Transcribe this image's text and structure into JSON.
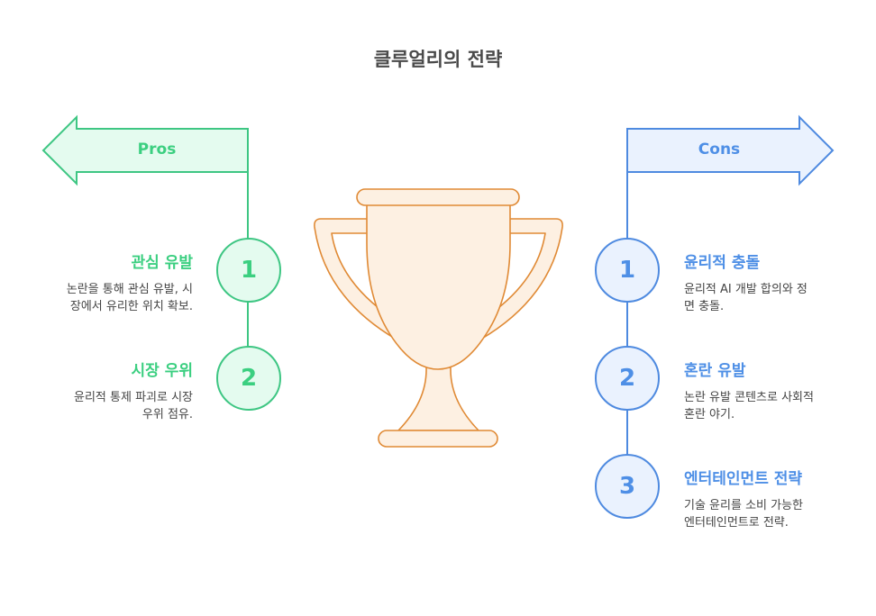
{
  "title": "클루얼리의 전략",
  "colors": {
    "pros_stroke": "#3ec683",
    "pros_fill": "#e4fbef",
    "pros_text": "#3bcf80",
    "cons_stroke": "#4e8ae0",
    "cons_fill": "#eaf2fe",
    "cons_text": "#4e8fe6",
    "trophy_stroke": "#e08a35",
    "trophy_fill": "#fdf0e2"
  },
  "center_icon": "trophy-icon",
  "pros": {
    "label": "Pros",
    "items": [
      {
        "number": "1",
        "heading": "관심 유발",
        "description_line1": "논란을 통해 관심 유발, 시",
        "description_line2": "장에서 유리한 위치 확보."
      },
      {
        "number": "2",
        "heading": "시장 우위",
        "description_line1": "윤리적 통제 파괴로 시장",
        "description_line2": "우위 점유."
      }
    ]
  },
  "cons": {
    "label": "Cons",
    "items": [
      {
        "number": "1",
        "heading": "윤리적 충돌",
        "description_line1": "윤리적 AI 개발 합의와 정",
        "description_line2": "면 충돌."
      },
      {
        "number": "2",
        "heading": "혼란 유발",
        "description_line1": "논란 유발 콘텐츠로 사회적",
        "description_line2": "혼란 야기."
      },
      {
        "number": "3",
        "heading": "엔터테인먼트 전략",
        "description_line1": "기술 윤리를 소비 가능한",
        "description_line2": "엔터테인먼트로 전략."
      }
    ]
  }
}
